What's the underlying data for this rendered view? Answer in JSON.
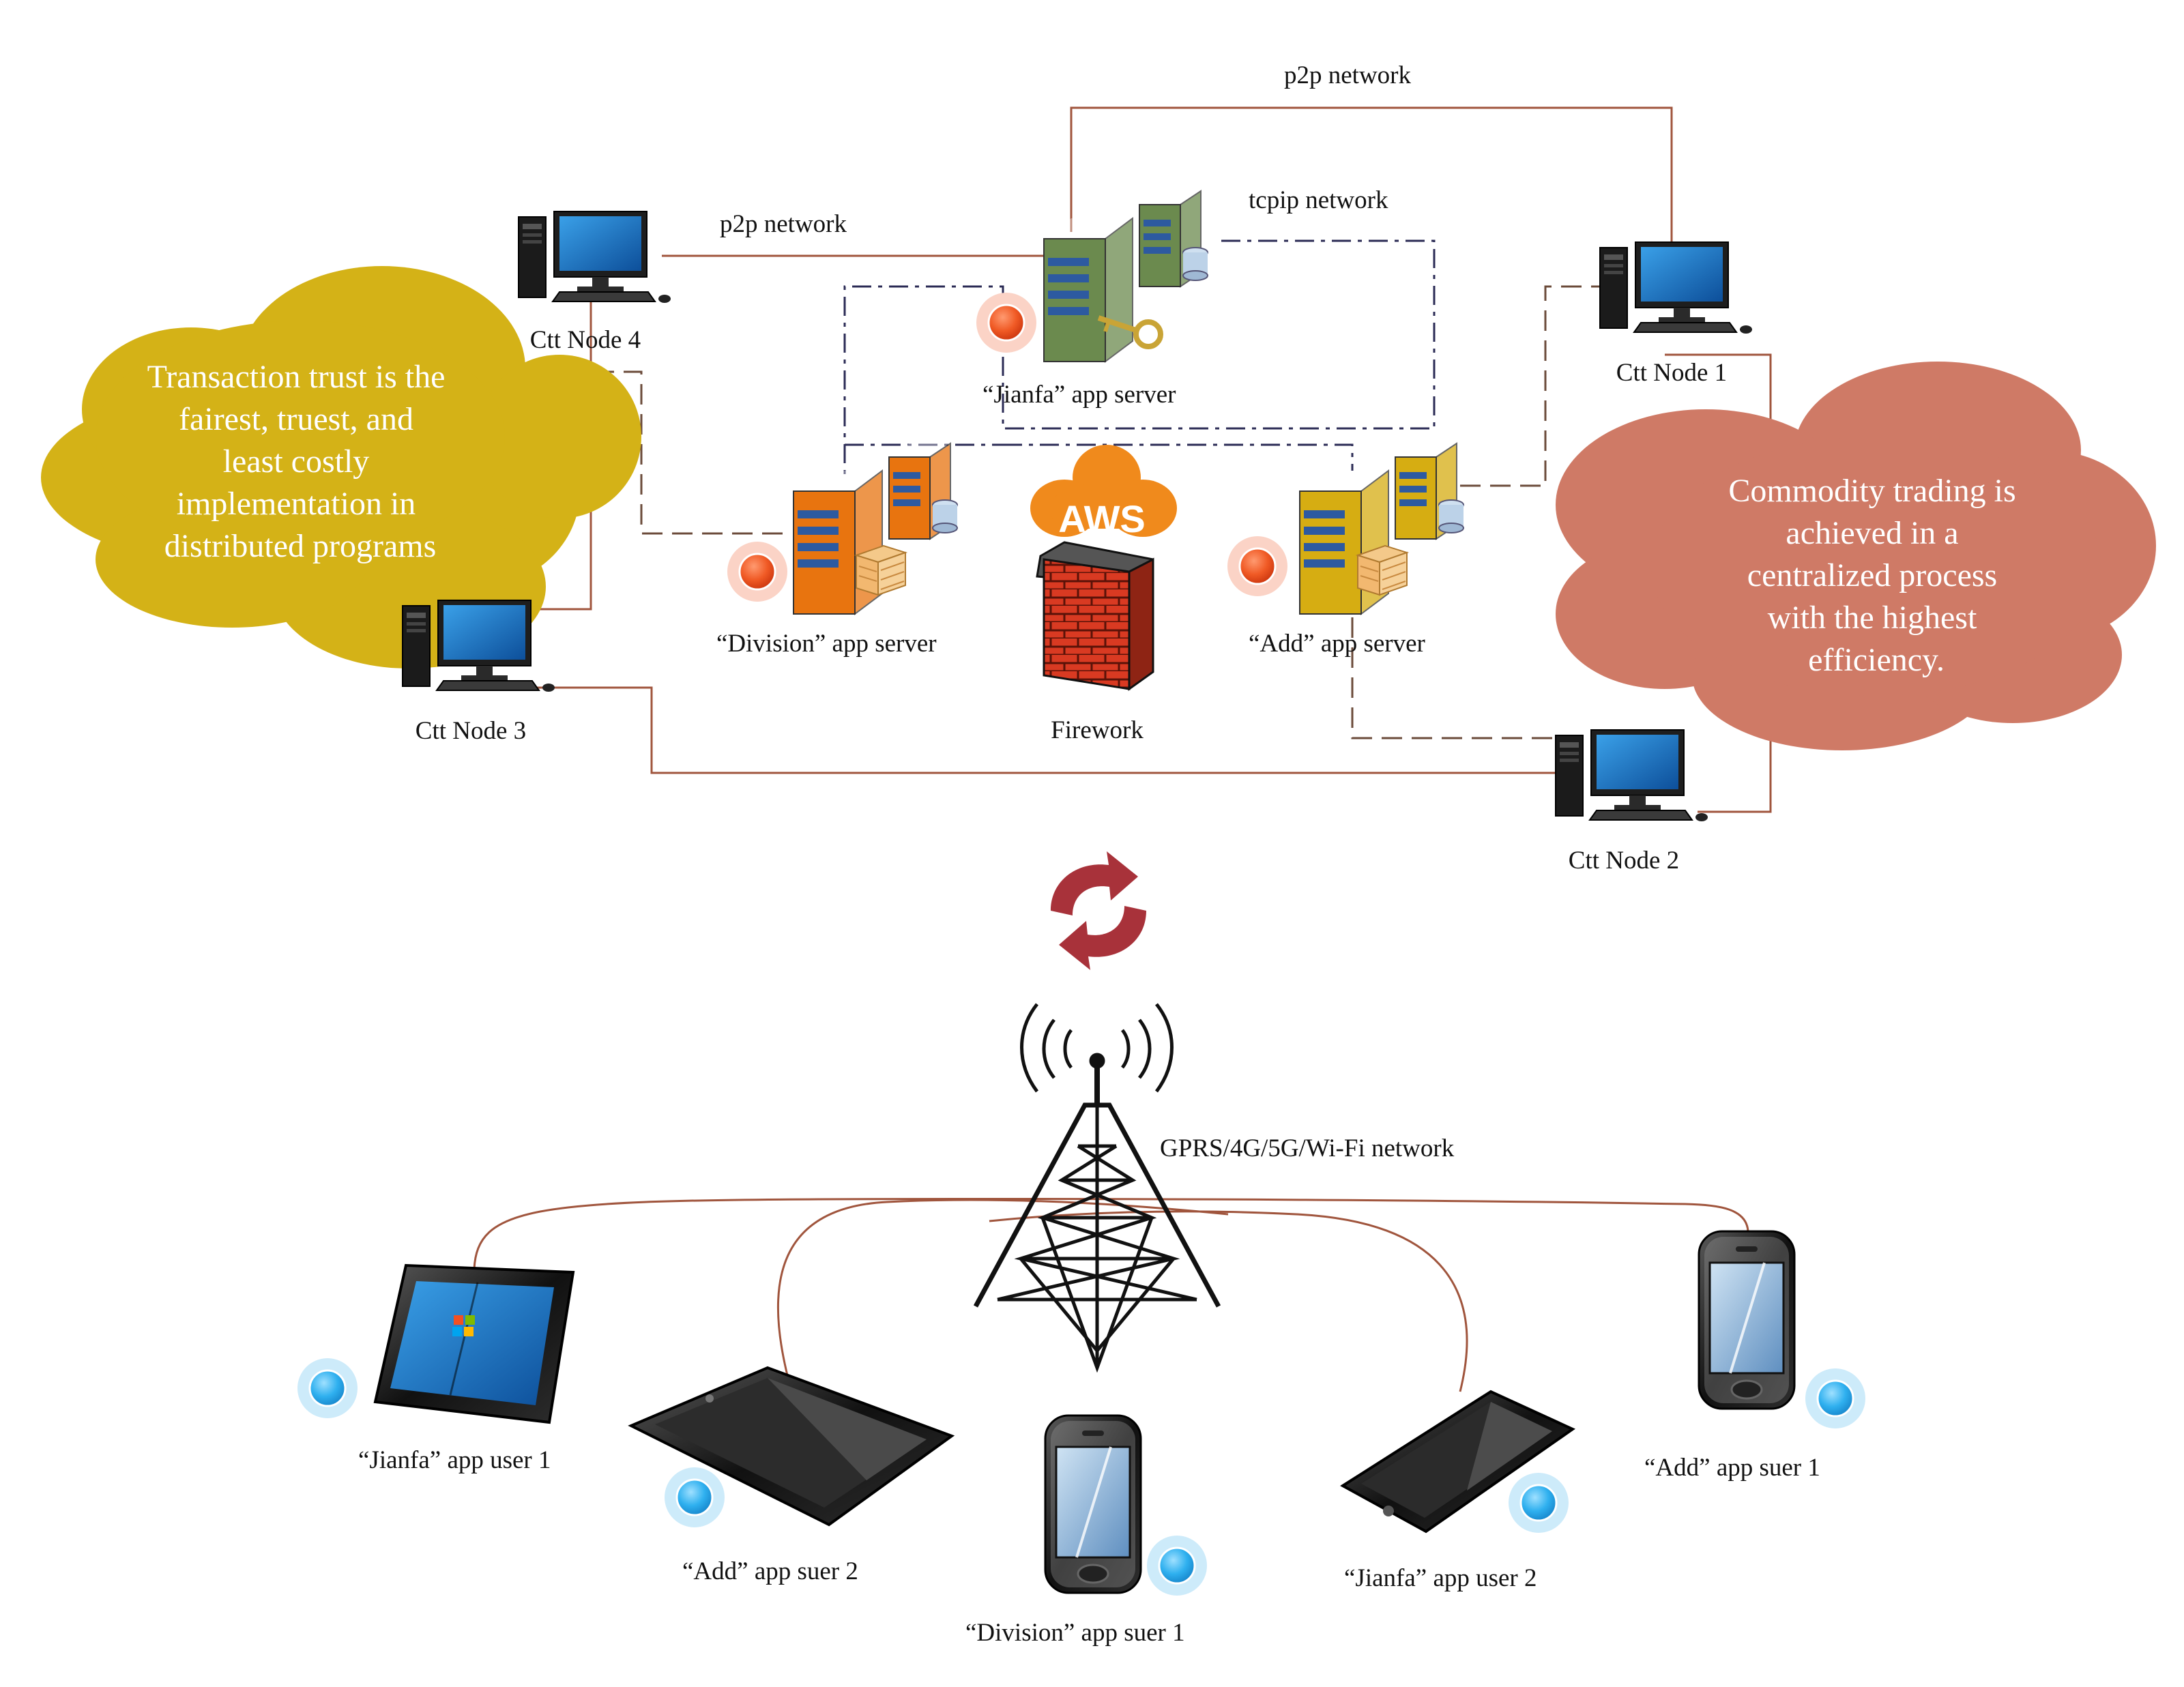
{
  "colors": {
    "cable": "#a0553d",
    "left_cloud": "#d4b217",
    "right_cloud": "#cf7a66",
    "server_green": "#6b8a4e",
    "server_orange": "#e8740f",
    "server_yellow": "#d6ad12",
    "status_red": "#e8441c",
    "status_blue": "#29a8e6",
    "refresh_arrows": "#a8323a",
    "monitor_screen": "#1a78c8"
  },
  "networks": {
    "p2p_top": "p2p network",
    "p2p_left": "p2p network",
    "tcpip": "tcpip network",
    "wireless": "GPRS/4G/5G/Wi-Fi network"
  },
  "nodes": {
    "node1": "Ctt Node 1",
    "node2": "Ctt Node 2",
    "node3": "Ctt Node 3",
    "node4": "Ctt Node 4"
  },
  "servers": {
    "jianfa": "“Jianfa”   app server",
    "division": "“Division”   app server",
    "add": "“Add”   app server"
  },
  "firewall": {
    "badge": "AWS",
    "label": "Firework"
  },
  "clouds": {
    "left_lines": [
      "Transaction trust is the",
      "fairest, truest, and",
      "least costly",
      "implementation in",
      "distributed programs"
    ],
    "right_lines": [
      "Commodity trading is",
      "achieved in a",
      "centralized process",
      "with the highest",
      "efficiency."
    ]
  },
  "users": {
    "jianfa1": "“Jianfa”   app user 1",
    "add2": "“Add”   app suer 2",
    "division1": "“Division”   app suer 1",
    "jianfa2": "“Jianfa”   app user 2",
    "add1": "“Add”   app suer 1"
  },
  "icons": {
    "pc": "desktop-computer-icon",
    "server": "server-icon",
    "firewall": "firewall-icon",
    "tower": "cell-tower-icon",
    "phone": "smartphone-icon",
    "tablet": "tablet-icon",
    "sync": "sync-arrows-icon",
    "key": "key-icon"
  }
}
